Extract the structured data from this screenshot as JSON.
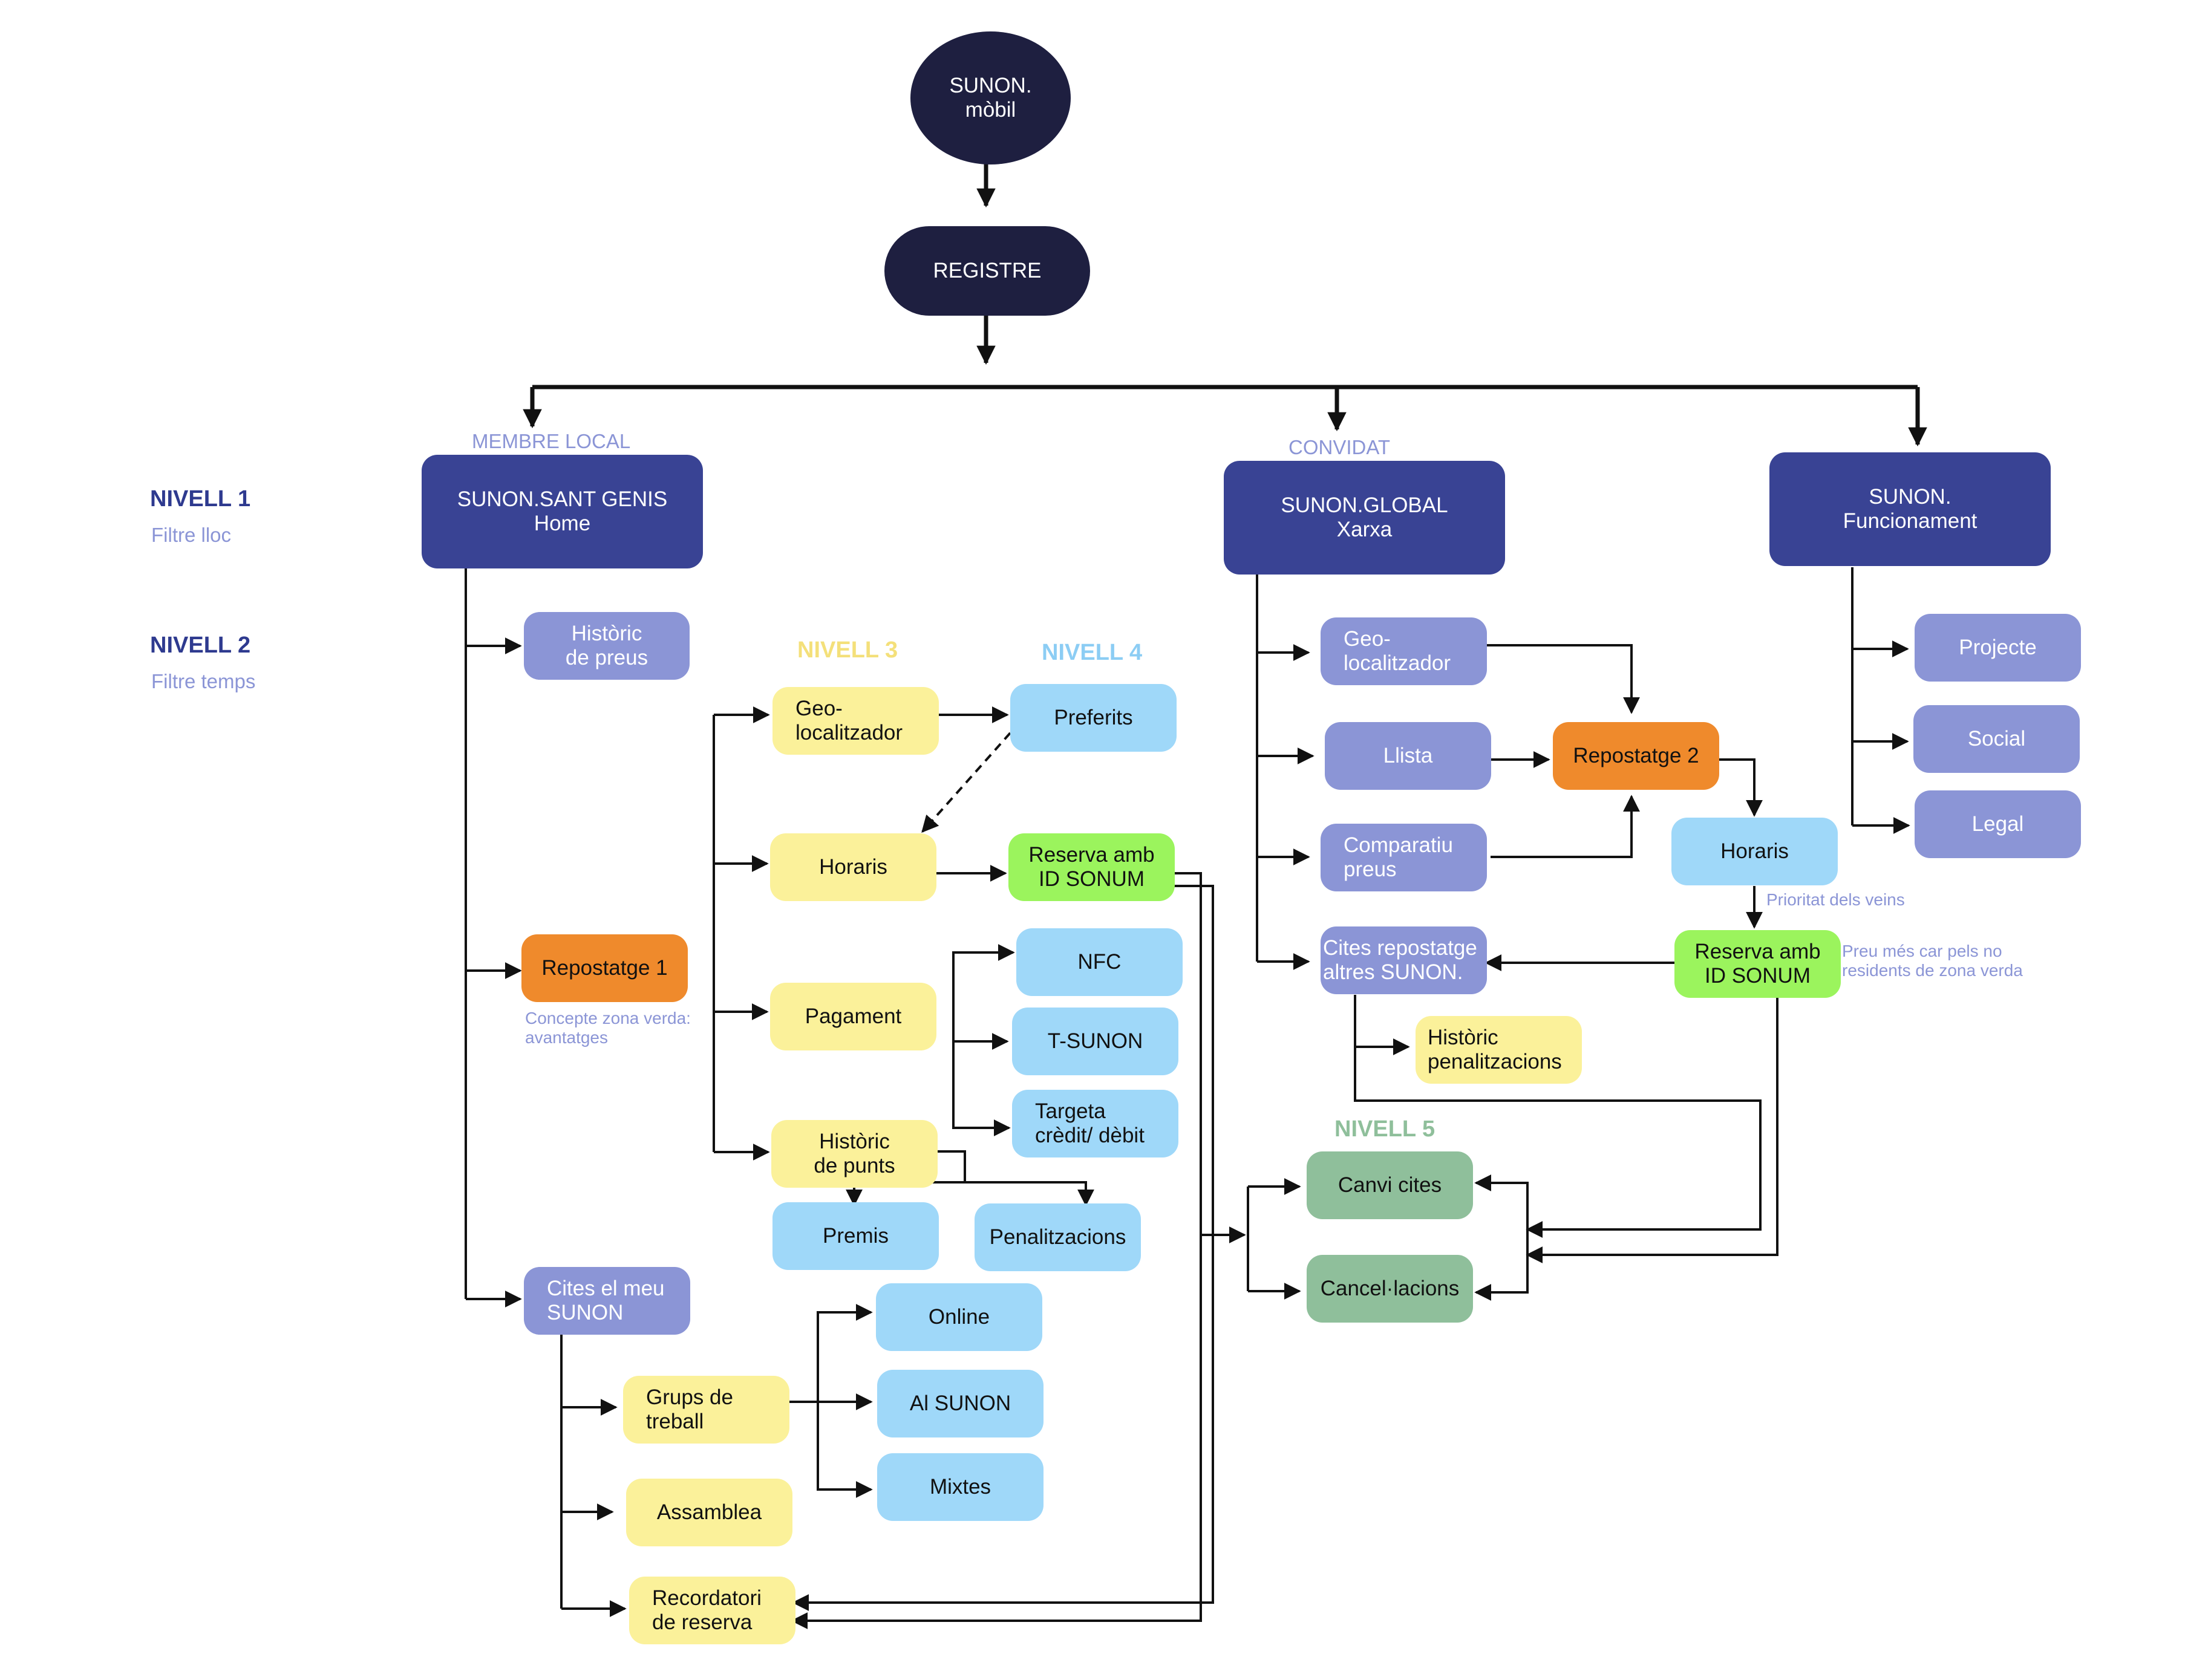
{
  "start": "SUNON.\nmòbil",
  "registre": "REGISTRE",
  "categories": {
    "membre_local": "MEMBRE LOCAL",
    "convidat": "CONVIDAT"
  },
  "levels": {
    "n1": "NIVELL 1",
    "n1_sub": "Filtre lloc",
    "n2": "NIVELL 2",
    "n2_sub": "Filtre temps",
    "n3": "NIVELL 3",
    "n4": "NIVELL 4",
    "n5": "NIVELL 5"
  },
  "local": {
    "home": "SUNON.SANT GENIS\nHome",
    "historic_preus": "Històric\nde preus",
    "repostatge1": "Repostatge 1",
    "concepte_note": "Concepte zona verda:\navantatges",
    "geo": "Geo-\nlocalitzador",
    "preferits": "Preferits",
    "horaris": "Horaris",
    "reserva": "Reserva amb\nID SONUM",
    "pagament": "Pagament",
    "nfc": "NFC",
    "tsunon": "T-SUNON",
    "targeta": "Targeta\ncrèdit/ dèbit",
    "historic_punts": "Històric\nde punts",
    "premis": "Premis",
    "penalitzacions": "Penalitzacions",
    "cites": "Cites el meu\nSUNON",
    "grups": "Grups de\ntreball",
    "online": "Online",
    "al_sunon": "Al SUNON",
    "mixtes": "Mixtes",
    "assamblea": "Assamblea",
    "recordatori": "Recordatori\nde reserva"
  },
  "global": {
    "home": "SUNON.GLOBAL\nXarxa",
    "geo": "Geo-\nlocalitzador",
    "llista": "Llista",
    "repostatge2": "Repostatge 2",
    "comparatiu": "Comparatiu\npreus",
    "horaris": "Horaris",
    "prioritat_note": "Prioritat dels veins",
    "reserva": "Reserva amb\nID SONUM",
    "preu_note": "Preu més car pels no\nresidents de zona verda",
    "cites": "Cites repostatge\naltres SUNON.",
    "historic_pen": "Històric\npenalitzacions",
    "canvi_cites": "Canvi cites",
    "cancelacions": "Cancel·lacions"
  },
  "funcionament": {
    "home": "SUNON.\nFuncionament",
    "projecte": "Projecte",
    "social": "Social",
    "legal": "Legal"
  }
}
